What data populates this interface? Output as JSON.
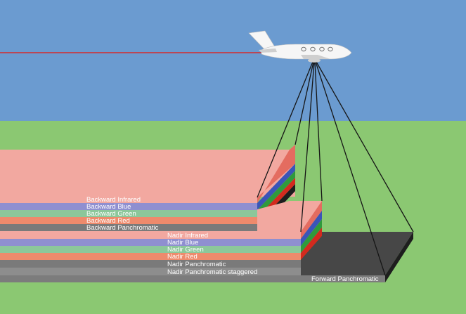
{
  "colors": {
    "sky": "#6b9bd0",
    "ground": "#8bc872",
    "flight_path": "#d42a2a",
    "aircraft_body": "#f6f6f6",
    "aircraft_shade": "#cfcfcf",
    "scan_lines": "#151515",
    "strip_infrared": "#f2a8a0",
    "strip_blue": "#8f8fd0",
    "strip_green": "#8cc79a",
    "strip_red": "#ee8a6c",
    "strip_pan": "#7a7a7a",
    "strip_pan_light": "#8d8d8d",
    "strip_forward": "#7c7c7c",
    "side_infrared": "#e46c60",
    "side_blue": "#3a55b8",
    "side_green": "#2f9a3c",
    "side_red": "#d32a1e",
    "side_pan": "#1e1e1e",
    "top_pan": "#474747",
    "label_text": "#ffffff"
  },
  "labels": {
    "backward_infrared": "Backward Infrared",
    "backward_blue": "Backward Blue",
    "backward_green": "Backward Green",
    "backward_red": "Backward Red",
    "backward_panchromatic": "Backward Panchromatic",
    "nadir_infrared": "Nadir Infrared",
    "nadir_blue": "Nadir Blue",
    "nadir_green": "Nadir Green",
    "nadir_red": "Nadir Red",
    "nadir_panchromatic": "Nadir Panchromatic",
    "nadir_panchromatic_staggered": "Nadir Panchromatic staggered",
    "forward_panchromatic": "Forward Panchromatic"
  }
}
